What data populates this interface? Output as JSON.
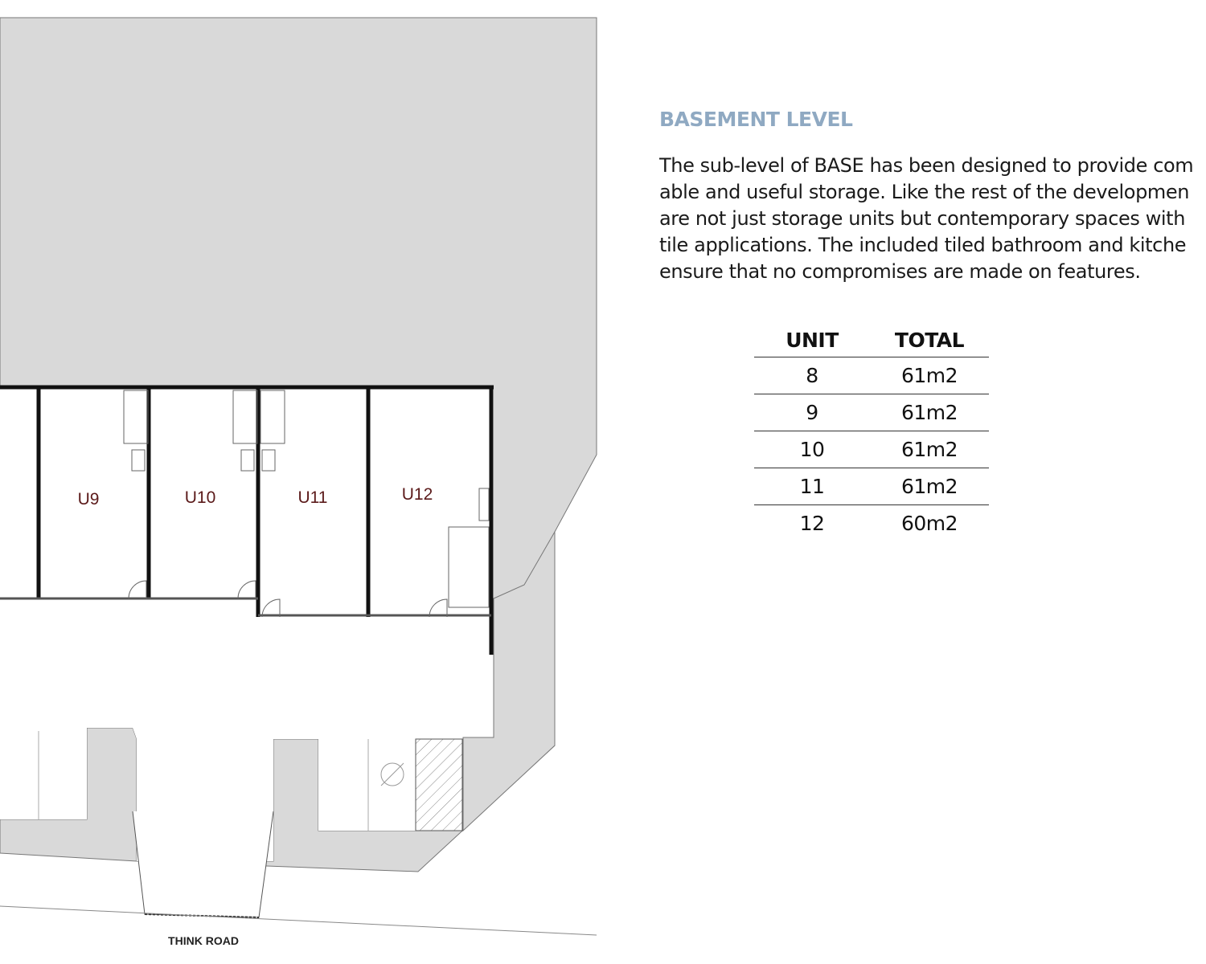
{
  "plan": {
    "unit_labels": [
      "U9",
      "U10",
      "U11",
      "U12"
    ],
    "road_label": "THINK ROAD"
  },
  "section": {
    "title": "BASEMENT LEVEL",
    "description_lines": [
      "The sub-level of BASE has been designed to provide com",
      "able and useful storage. Like the rest of the developmen",
      "are not just storage units but contemporary spaces with",
      "tile applications. The included tiled bathroom and kitche",
      "ensure that no compromises are made on features."
    ]
  },
  "table": {
    "headers": [
      "UNIT",
      "TOTAL"
    ],
    "rows": [
      [
        "8",
        "61m2"
      ],
      [
        "9",
        "61m2"
      ],
      [
        "10",
        "61m2"
      ],
      [
        "11",
        "61m2"
      ],
      [
        "12",
        "60m2"
      ]
    ]
  },
  "colors": {
    "title_blue": "#8fa9c2",
    "plan_grey": "#d9d9d9",
    "unit_label_red": "#5b1a1a"
  }
}
